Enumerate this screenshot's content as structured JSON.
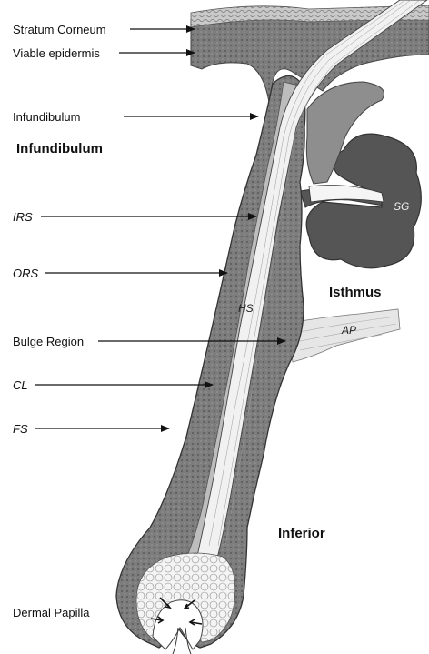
{
  "labels": {
    "stratum_corneum": "Stratum Corneum",
    "viable_epidermis": "Viable epidermis",
    "infundibulum": "Infundibulum",
    "irs": "IRS",
    "ors": "ORS",
    "bulge_region": "Bulge Region",
    "cl": "CL",
    "fs": "FS",
    "dermal_papilla": "Dermal Papilla"
  },
  "regions": {
    "infundibulum": "Infundibulum",
    "isthmus": "Isthmus",
    "inferior": "Inferior"
  },
  "inner_labels": {
    "hs": "HS",
    "sg": "SG",
    "ap": "AP"
  },
  "colors": {
    "tissue_dark": "#666666",
    "tissue_mid": "#8c8c8c",
    "tissue_light": "#cfcfcf",
    "shaft": "#efefef",
    "arrow": "#111111"
  }
}
